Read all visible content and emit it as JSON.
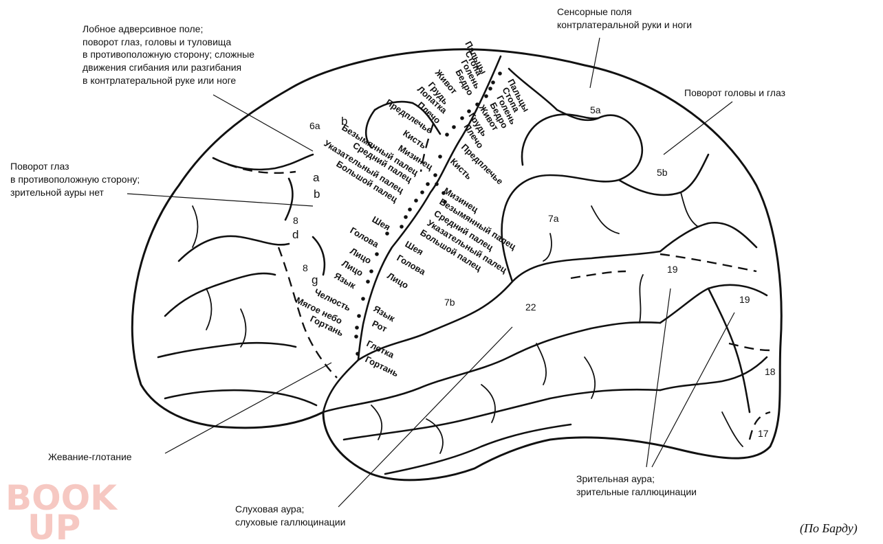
{
  "annotations": {
    "frontal_adversive": [
      "Лобное адверсивное поле;",
      "поворот глаз, головы и туловища",
      "в противоположную сторону; сложные",
      "движения сгибания или разгибания",
      "в контрлатеральной руке или ноге"
    ],
    "sensory_fields": [
      "Сенсорные поля",
      "контрлатеральной руки и ноги"
    ],
    "head_eye_turn": "Поворот головы и глаз",
    "eye_turn": [
      "Поворот глаз",
      "в противоположную сторону;",
      "зрительной ауры нет"
    ],
    "chewing": "Жевание-глотание",
    "auditory_aura": [
      "Слуховая аура;",
      "слуховые галлюцинации"
    ],
    "visual_aura": [
      "Зрительная аура;",
      "зрительные галлюцинации"
    ],
    "credit": "(По Барду)"
  },
  "areas": {
    "a6a": "6а",
    "a5a": "5а",
    "a5b": "5b",
    "a7a": "7а",
    "a7b": "7b",
    "a22": "22",
    "a19_1": "19",
    "a19_2": "19",
    "a18": "18",
    "a17": "17",
    "a8_1": "8",
    "a8_2": "8",
    "la": "a",
    "lb1": "b",
    "lb2": "b",
    "ld": "d",
    "lg": "g"
  },
  "motor_strip": [
    "Пальцы",
    "Стопа",
    "Голень",
    "Бедро",
    "Живот",
    "Грудь",
    "Лопатка",
    "Плечо",
    "Предплечье",
    "Кисть",
    "Безымянный палец",
    "Мизинец",
    "Средний палец",
    "Указательный палец",
    "Большой палец",
    "Шея",
    "Голова",
    "Лицо",
    "Лицо",
    "Язык",
    "Челюсть",
    "Мягое небо",
    "Гортань"
  ],
  "sensory_strip": [
    "Пальцы",
    "Стопа",
    "Голень",
    "Бедро",
    "Живот",
    "Грудь",
    "Плечо",
    "Предплечье",
    "Кисть",
    "Мизинец",
    "Безымянный палец",
    "Средний палец",
    "Указательный палец",
    "Большой палец",
    "Шея",
    "Голова",
    "Лицо",
    "Язык",
    "Рот",
    "Глотка",
    "Гортань"
  ],
  "watermark": {
    "line1": "BOOK",
    "line2": "UP",
    "color": "#f6c8c2"
  }
}
